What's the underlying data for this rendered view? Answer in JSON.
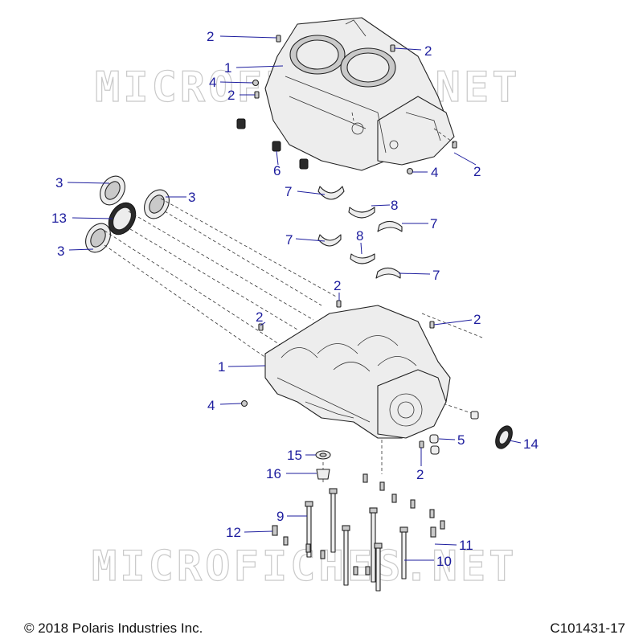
{
  "watermark": "MICROFICHES.NET",
  "footer": {
    "copyright": "© 2018 Polaris Industries Inc.",
    "drawing_id": "C101431-17"
  },
  "callouts": [
    "2",
    "1",
    "4",
    "2",
    "2",
    "6",
    "4",
    "2",
    "3",
    "3",
    "13",
    "3",
    "7",
    "8",
    "7",
    "7",
    "8",
    "7",
    "2",
    "2",
    "2",
    "1",
    "4",
    "5",
    "14",
    "2",
    "15",
    "16",
    "9",
    "12",
    "11",
    "10"
  ],
  "colors": {
    "callout": "#1d1d9e",
    "watermark": "#c9c9c9"
  }
}
